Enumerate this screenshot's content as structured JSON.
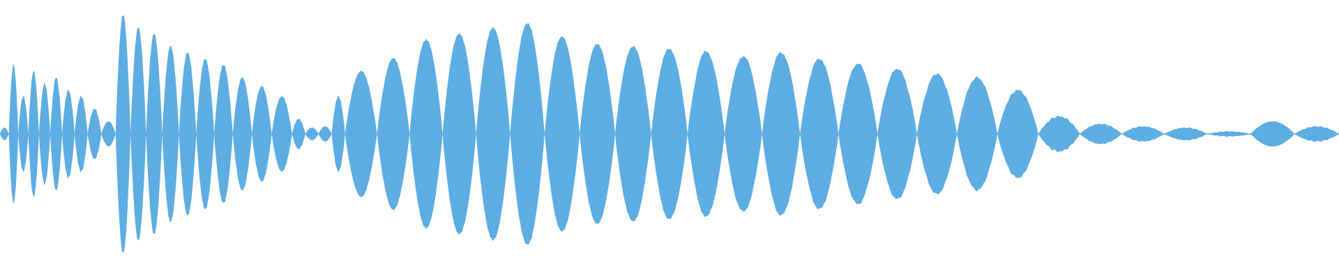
{
  "waveform": {
    "color": "#5dade2",
    "background": "#ffffff",
    "envelope": [
      0.05,
      0.55,
      0.3,
      0.5,
      0.4,
      0.45,
      0.35,
      0.3,
      0.2,
      0.1,
      0.95,
      0.85,
      0.8,
      0.7,
      0.65,
      0.6,
      0.55,
      0.45,
      0.38,
      0.3,
      0.12,
      0.05,
      0.06,
      0.3,
      0.5,
      0.6,
      0.75,
      0.8,
      0.85,
      0.88,
      0.78,
      0.72,
      0.7,
      0.68,
      0.66,
      0.62,
      0.65,
      0.6,
      0.56,
      0.52,
      0.48,
      0.45,
      0.35,
      0.14,
      0.08,
      0.06,
      0.05,
      0.02,
      0.1,
      0.06
    ]
  }
}
